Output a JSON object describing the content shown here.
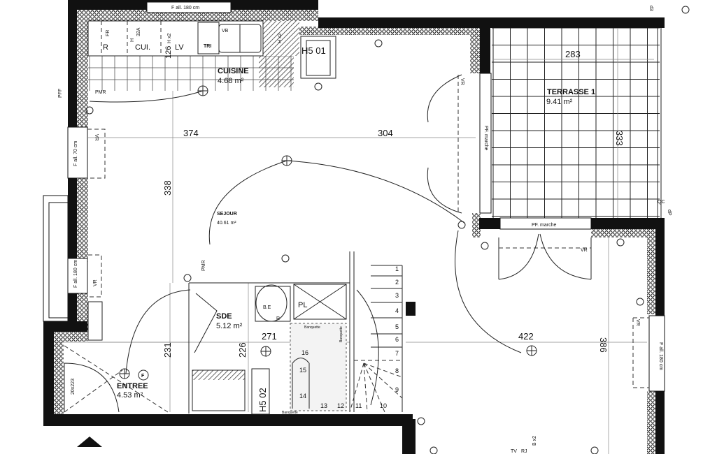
{
  "plan": {
    "rooms": [
      {
        "name": "CUISINE",
        "area": "4.68 m²"
      },
      {
        "name": "SEJOUR",
        "area": "40.61 m²"
      },
      {
        "name": "SDE",
        "area": "5.12 m²"
      },
      {
        "name": "ENTREE",
        "area": "4.53 m²"
      },
      {
        "name": "TERRASSE 1",
        "area": "9.41 m²"
      }
    ],
    "dimensions": [
      "374",
      "304",
      "338",
      "271",
      "226",
      "231",
      "283",
      "333",
      "422",
      "386"
    ],
    "windows": [
      "F all. 180 cm",
      "F all. 70 cm",
      "F all. 180 cm",
      "F all. 180 cm",
      "PF. marche",
      "PF. marche"
    ],
    "kitchen_labels": [
      "FR",
      "R",
      "CUI.",
      "H",
      "32A",
      "126",
      "H x2",
      "LV",
      "VB",
      "TRI",
      "H x2"
    ],
    "unit_codes": [
      "H5 01",
      "H5 02"
    ],
    "misc": [
      "PMR",
      "PMR",
      "PFF",
      "VR",
      "VR",
      "VR",
      "VR",
      "VR",
      "B.E",
      "PL",
      "R",
      "Banquette",
      "Banquette",
      "Banquette",
      "F",
      "20x223",
      "d3",
      "QC",
      "dP",
      "B x2",
      "TV",
      "RJ"
    ],
    "stair_steps": [
      "1",
      "2",
      "3",
      "4",
      "5",
      "6",
      "7",
      "8",
      "9",
      "10",
      "11",
      "12",
      "13",
      "14",
      "15",
      "16"
    ]
  }
}
